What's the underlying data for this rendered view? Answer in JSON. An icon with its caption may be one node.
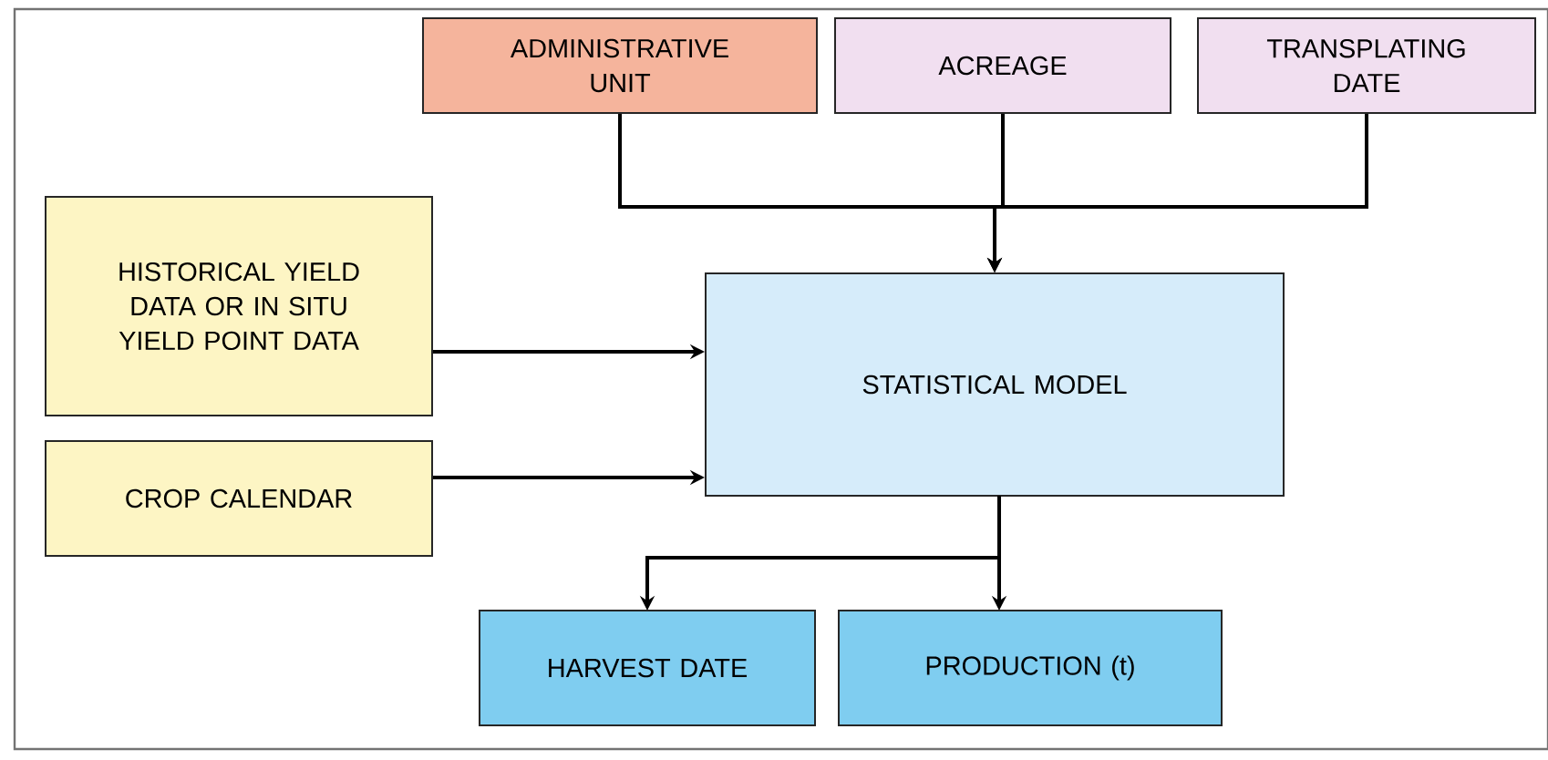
{
  "diagram": {
    "nodes": [
      {
        "text": [
          "ADMINISTRATIVE UNIT"
        ]
      },
      {
        "text": [
          "ACREAGE"
        ]
      },
      {
        "text": [
          "TRANSPLATING DATE"
        ]
      },
      {
        "text": [
          "HISTORICAL YIELD DATA OR IN SITU YIELD POINT DATA"
        ]
      },
      {
        "text": [
          "CROP CALENDAR"
        ]
      },
      {
        "text": [
          "STATISTICAL MODEL"
        ]
      },
      {
        "text": [
          "HARVEST DATE"
        ]
      },
      {
        "text": [
          "PRODUCTION (t)"
        ]
      }
    ],
    "edges": [
      {
        "from": 0,
        "to": 5,
        "arrow": "to"
      },
      {
        "from": 1,
        "to": 5,
        "arrow": "to"
      },
      {
        "from": 2,
        "to": 5,
        "arrow": "to"
      },
      {
        "from": 3,
        "to": 5,
        "arrow": "to"
      },
      {
        "from": 4,
        "to": 5,
        "arrow": "to"
      },
      {
        "from": 5,
        "to": 6,
        "arrow": "to"
      },
      {
        "from": 5,
        "to": 7,
        "arrow": "to"
      }
    ]
  }
}
